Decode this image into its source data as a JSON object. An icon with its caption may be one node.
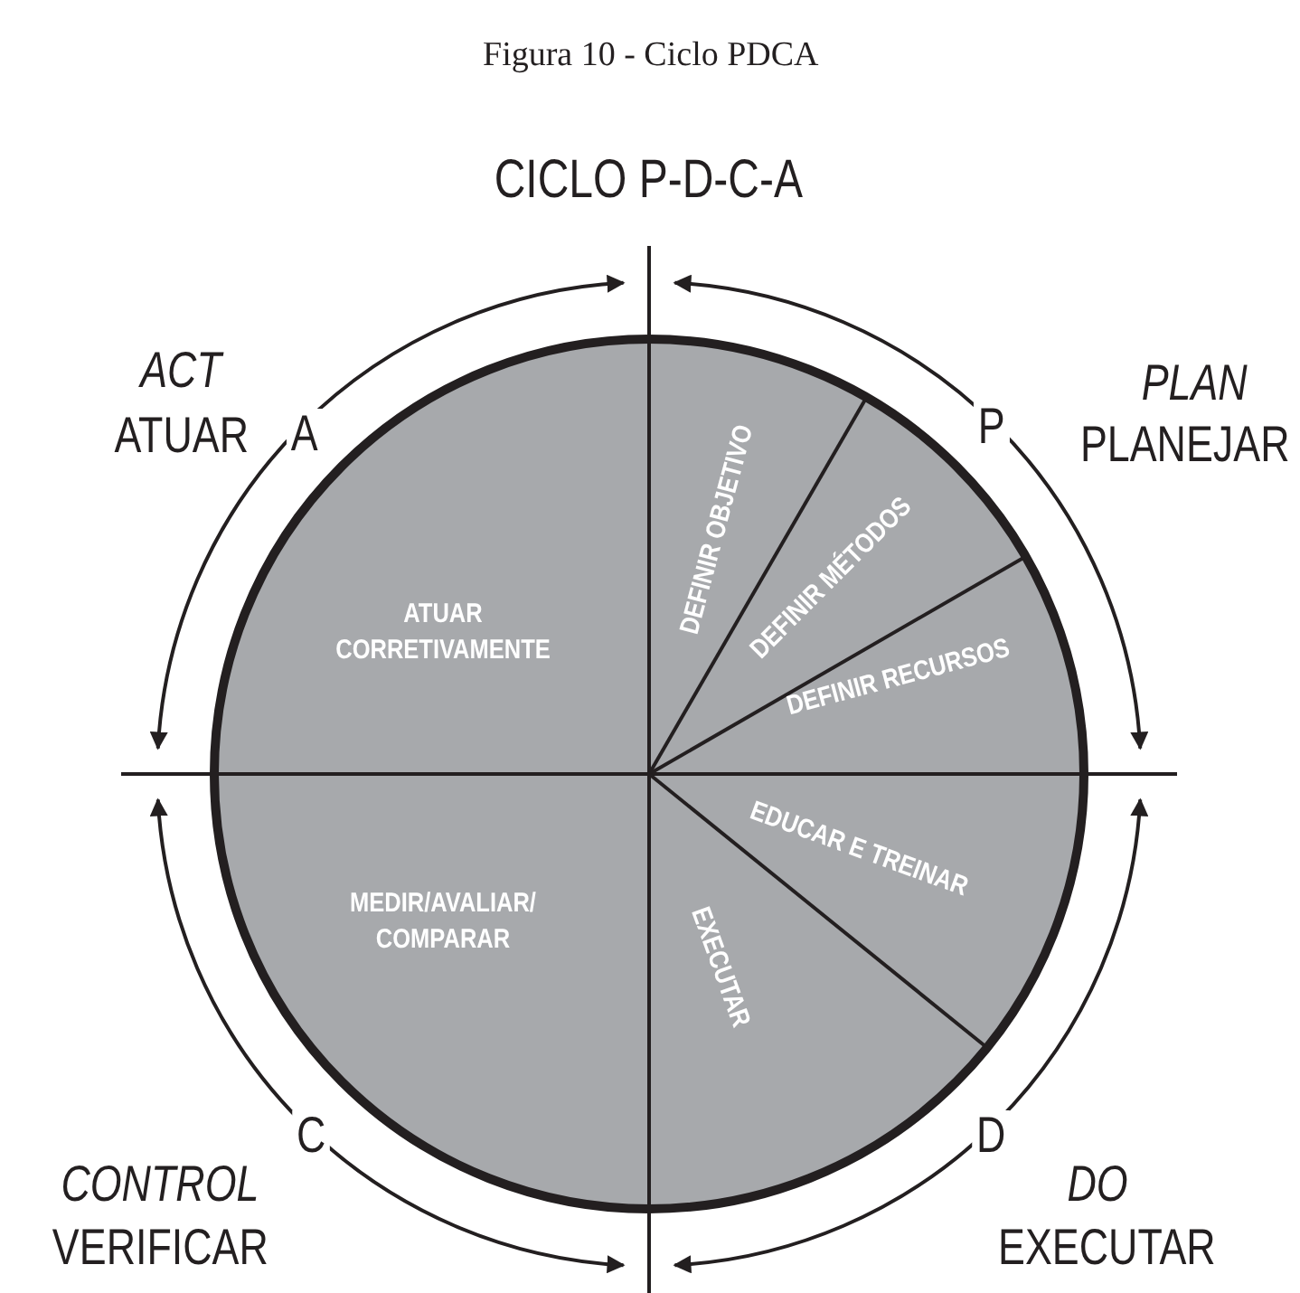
{
  "diagram": {
    "title": "Figura 10 - Ciclo PDCA",
    "nodes": [
      {
        "text": [],
        "shape": "circle"
      },
      {
        "text": [
          "DEFINIR OBJETIVO"
        ],
        "in": 0
      },
      {
        "text": [
          "DEFINIR MÉTODOS"
        ],
        "in": 0
      },
      {
        "text": [
          "DEFINIR RECURSOS"
        ],
        "in": 0
      },
      {
        "text": [
          "EDUCAR E TREINAR"
        ],
        "in": 0
      },
      {
        "text": [
          "EXECUTAR"
        ],
        "in": 0
      },
      {
        "text": [
          "MEDIR/AVALIAR/ COMPARAR"
        ],
        "in": 0
      },
      {
        "text": [
          "ATUAR CORRETIVAMENTE"
        ],
        "in": 0
      }
    ],
    "edges": [],
    "labels": [
      "CICLO P-D-C-A",
      "ACT",
      "PLAN",
      "ATUAR",
      "A",
      "P",
      "PLANEJAR",
      "C",
      "D",
      "CONTROL",
      "DO",
      "VERIFICAR",
      "EXECUTAR"
    ]
  }
}
